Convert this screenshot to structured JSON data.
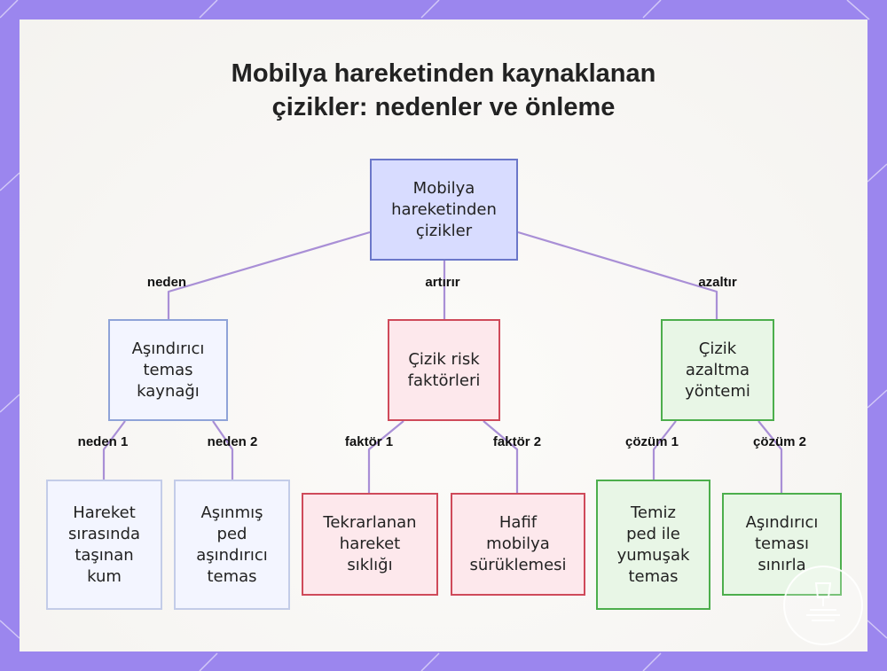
{
  "title": {
    "line1": "Mobilya hareketinden kaynaklanan",
    "line2": "çizikler: nedenler ve önleme"
  },
  "nodes": {
    "root": "Mobilya\nhareketinden\nçizikler",
    "cause": "Aşındırıcı\ntemas\nkaynağı",
    "risk": "Çizik risk\nfaktörleri",
    "reduce": "Çizik\nazaltma\nyöntemi",
    "cause1": "Hareket\nsırasında\ntaşınan\nkum",
    "cause2": "Aşınmış\nped\naşındırıcı\ntemas",
    "factor1": "Tekrarlanan\nhareket\nsıklığı",
    "factor2": "Hafif\nmobilya\nsürüklemesi",
    "solution1": "Temiz\nped ile\nyumuşak\ntemas",
    "solution2": "Aşındırıcı\nteması\nsınırla"
  },
  "edge_labels": {
    "root_cause": "neden",
    "root_risk": "artırır",
    "root_reduce": "azaltır",
    "cause_1": "neden 1",
    "cause_2": "neden 2",
    "factor_1": "faktör 1",
    "factor_2": "faktör 2",
    "solution_1": "çözüm 1",
    "solution_2": "çözüm 2"
  },
  "colors": {
    "edge": "#a98fd6",
    "background": "#9b86ee",
    "root_fill": "#d8dcff",
    "risk_border": "#cf4a5a",
    "solution_border": "#4cae4c"
  }
}
